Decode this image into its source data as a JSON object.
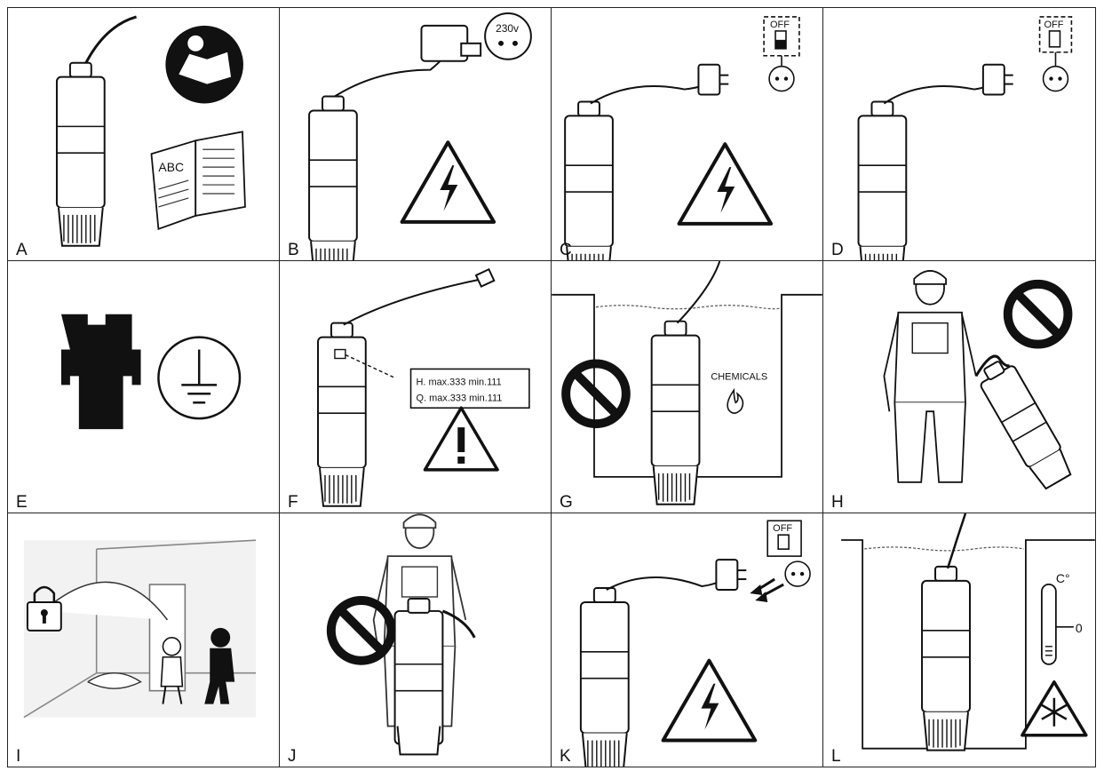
{
  "panels": [
    {
      "id": "A",
      "label": "A",
      "book_cover_text": "ABC"
    },
    {
      "id": "B",
      "label": "B",
      "voltage": "230v"
    },
    {
      "id": "C",
      "label": "C",
      "switch_text": "OFF"
    },
    {
      "id": "D",
      "label": "D",
      "switch_text": "OFF"
    },
    {
      "id": "E",
      "label": "E"
    },
    {
      "id": "F",
      "label": "F",
      "plate_line1": "H. max.333   min.111",
      "plate_line2": "Q. max.333   min.111"
    },
    {
      "id": "G",
      "label": "G",
      "chemicals_text": "CHEMICALS"
    },
    {
      "id": "H",
      "label": "H"
    },
    {
      "id": "I",
      "label": "I"
    },
    {
      "id": "J",
      "label": "J"
    },
    {
      "id": "K",
      "label": "K",
      "switch_text": "OFF"
    },
    {
      "id": "L",
      "label": "L",
      "thermo_unit": "C°",
      "thermo_zero": "0"
    }
  ]
}
